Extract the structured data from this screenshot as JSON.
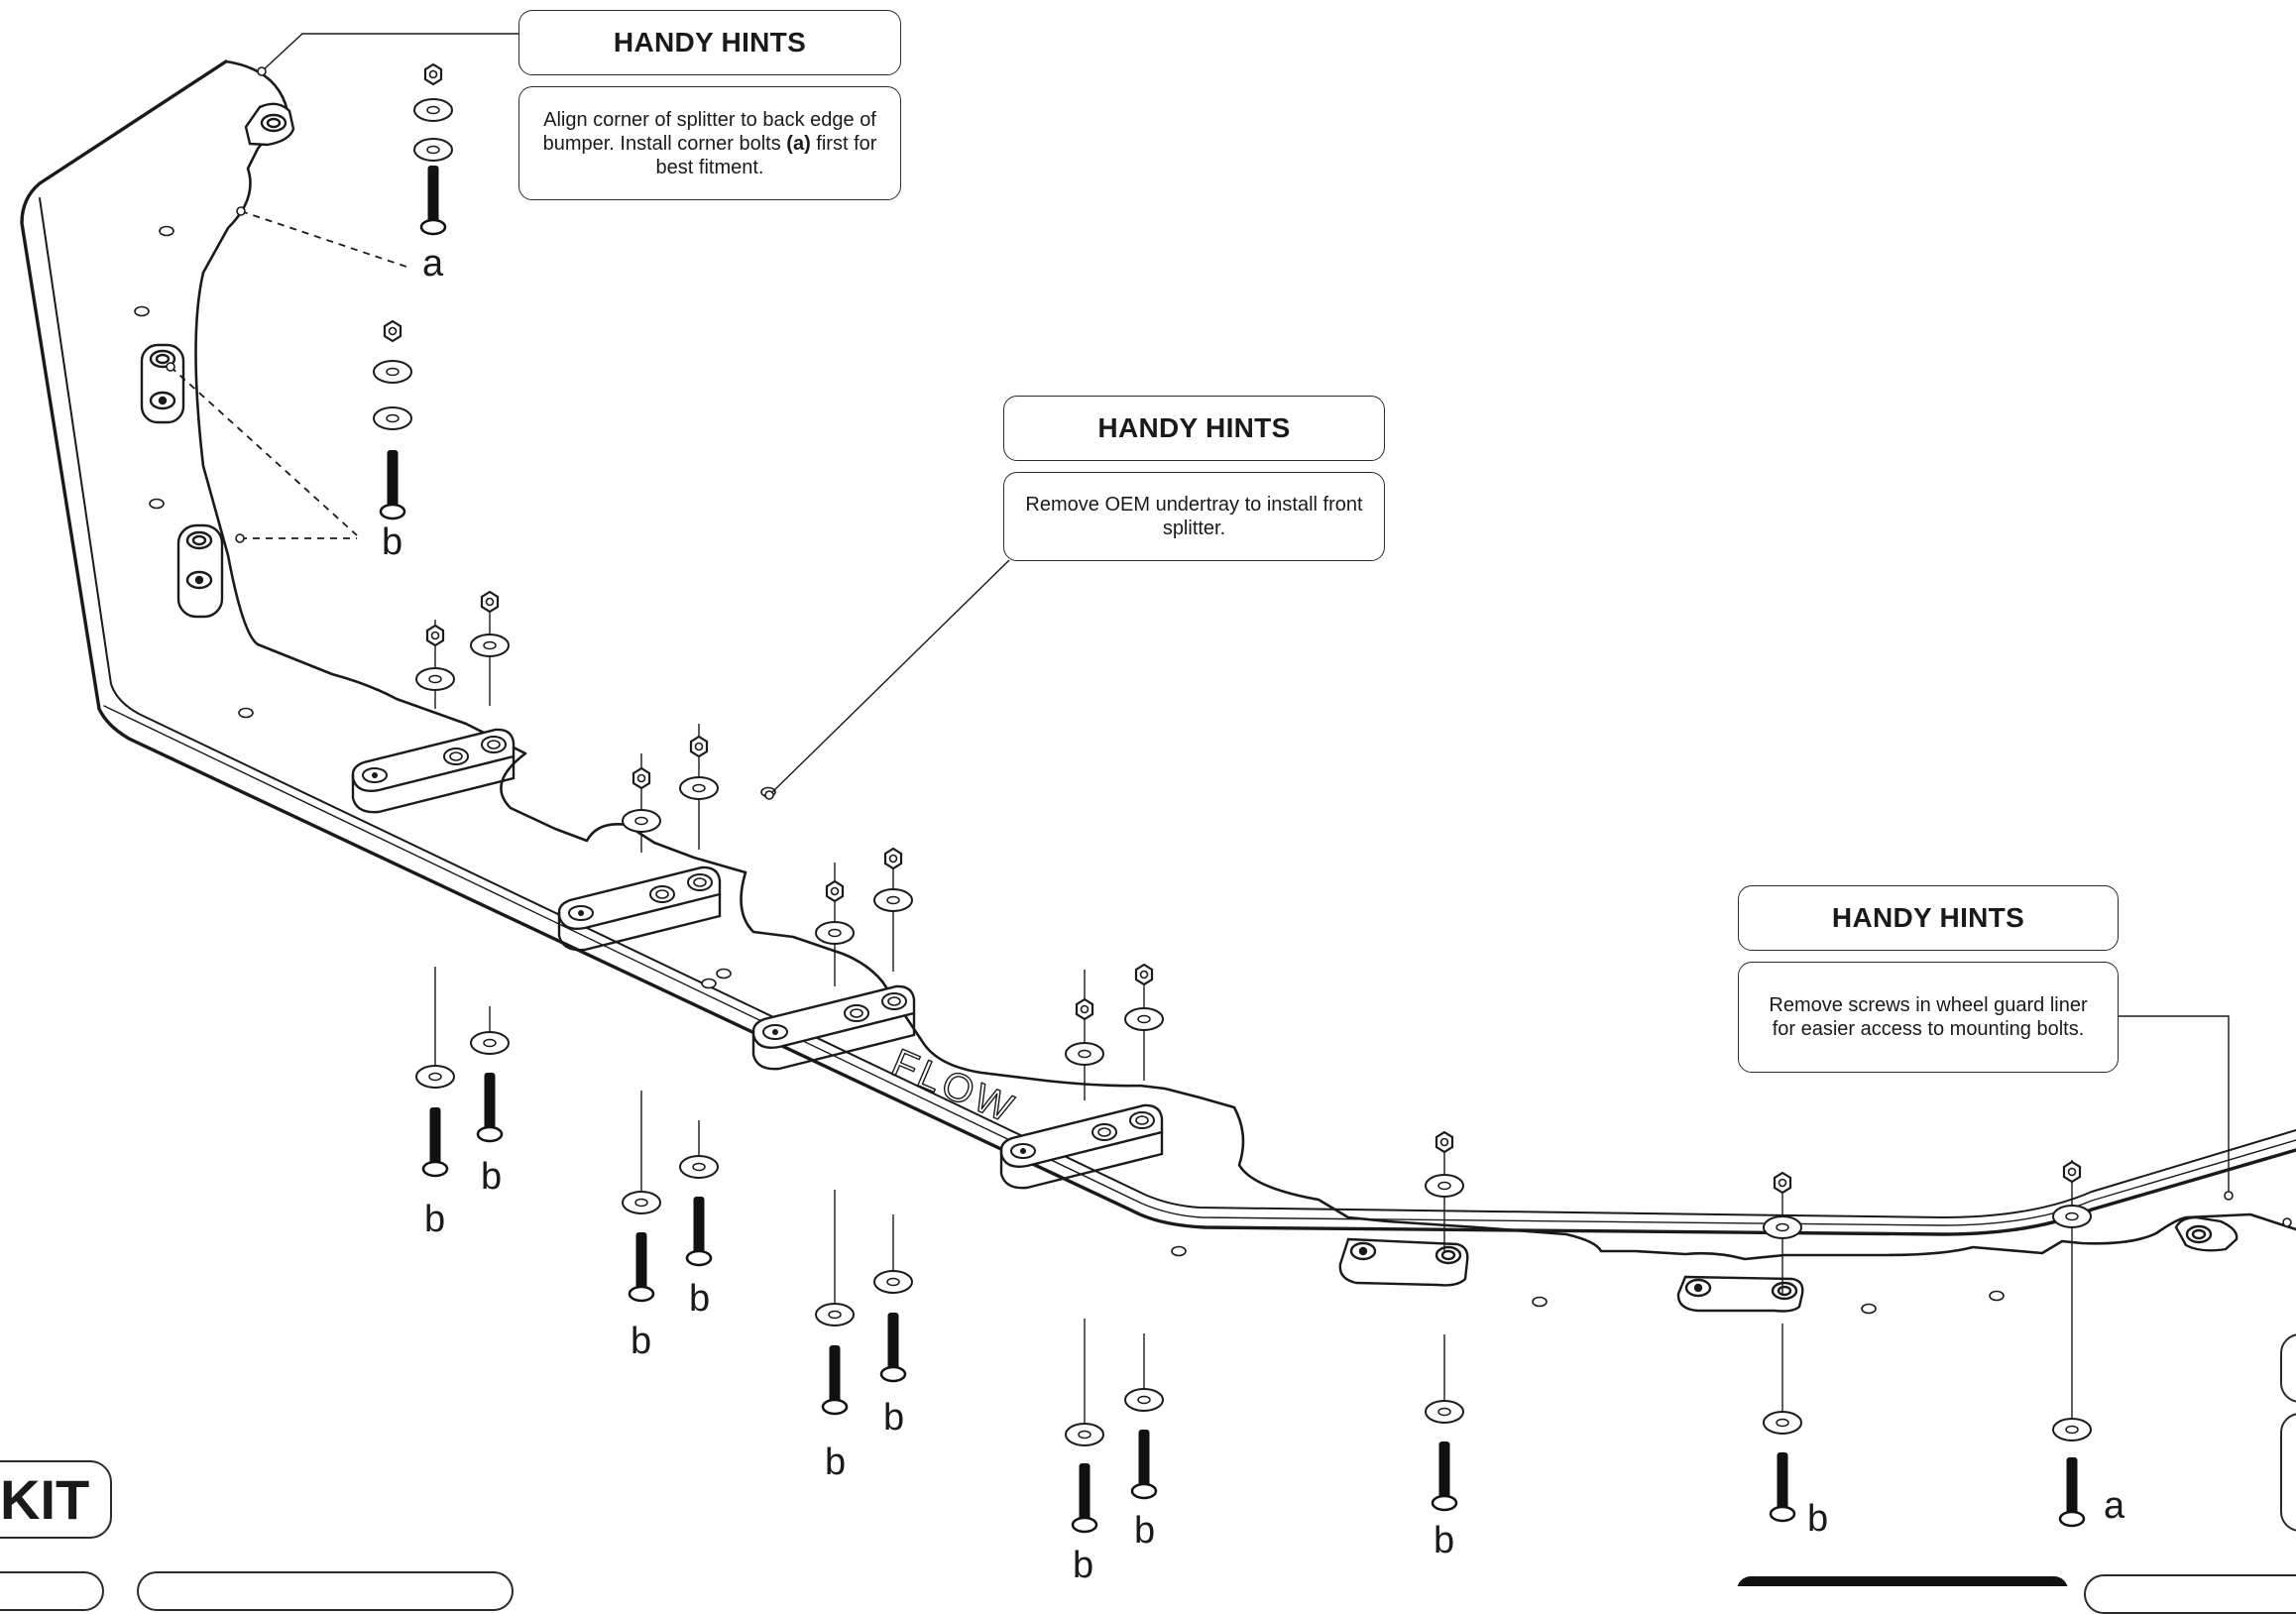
{
  "hints": [
    {
      "title": "HANDY HINTS",
      "body_before": "Align corner of splitter to back edge of bumper. Install corner bolts ",
      "body_bold": "(a)",
      "body_after": " first for best fitment."
    },
    {
      "title": "HANDY HINTS",
      "body": "Remove OEM undertray to install front splitter."
    },
    {
      "title": "HANDY HINTS",
      "body": "Remove screws in wheel guard liner for easier access to mounting bolts."
    }
  ],
  "part_labels": {
    "a": "a",
    "b": "b"
  },
  "splitter_logo": "FLOW",
  "kit_label": "KIT",
  "colors": {
    "line": "#1a1a1a",
    "bolt": "#111111",
    "background": "#ffffff",
    "footer_bar": "#111111"
  }
}
